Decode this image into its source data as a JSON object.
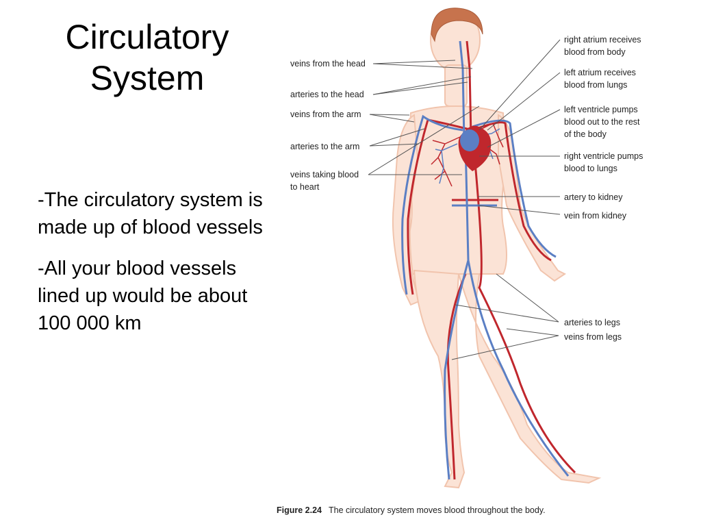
{
  "slide": {
    "title": "Circulatory\nSystem",
    "bullets": [
      "-The circulatory system is made up of blood vessels",
      "-All your blood vessels lined up would be about 100 000 km"
    ]
  },
  "figure": {
    "labels": {
      "veins_head": "veins from the head",
      "arteries_head": "arteries to the head",
      "veins_arm": "veins from the arm",
      "arteries_arm": "arteries to the arm",
      "veins_heart": "veins taking blood\nto heart",
      "right_atrium": "right atrium receives\nblood from body",
      "left_atrium": "left atrium receives\nblood from lungs",
      "left_ventricle": "left ventricle pumps\nblood out to the rest\nof the body",
      "right_ventricle": "right ventricle pumps\nblood to lungs",
      "artery_kidney": "artery to kidney",
      "vein_kidney": "vein from kidney",
      "arteries_legs": "arteries to legs",
      "veins_legs": "veins from legs"
    },
    "caption_number": "Figure 2.24",
    "caption_text": "The circulatory system moves blood throughout the body.",
    "colors": {
      "skin": "#fbe3d6",
      "skin_outline": "#f1c4ad",
      "artery": "#c0272d",
      "vein": "#5b7fc4",
      "hair": "#c7734d",
      "heart": "#c0272d"
    }
  }
}
